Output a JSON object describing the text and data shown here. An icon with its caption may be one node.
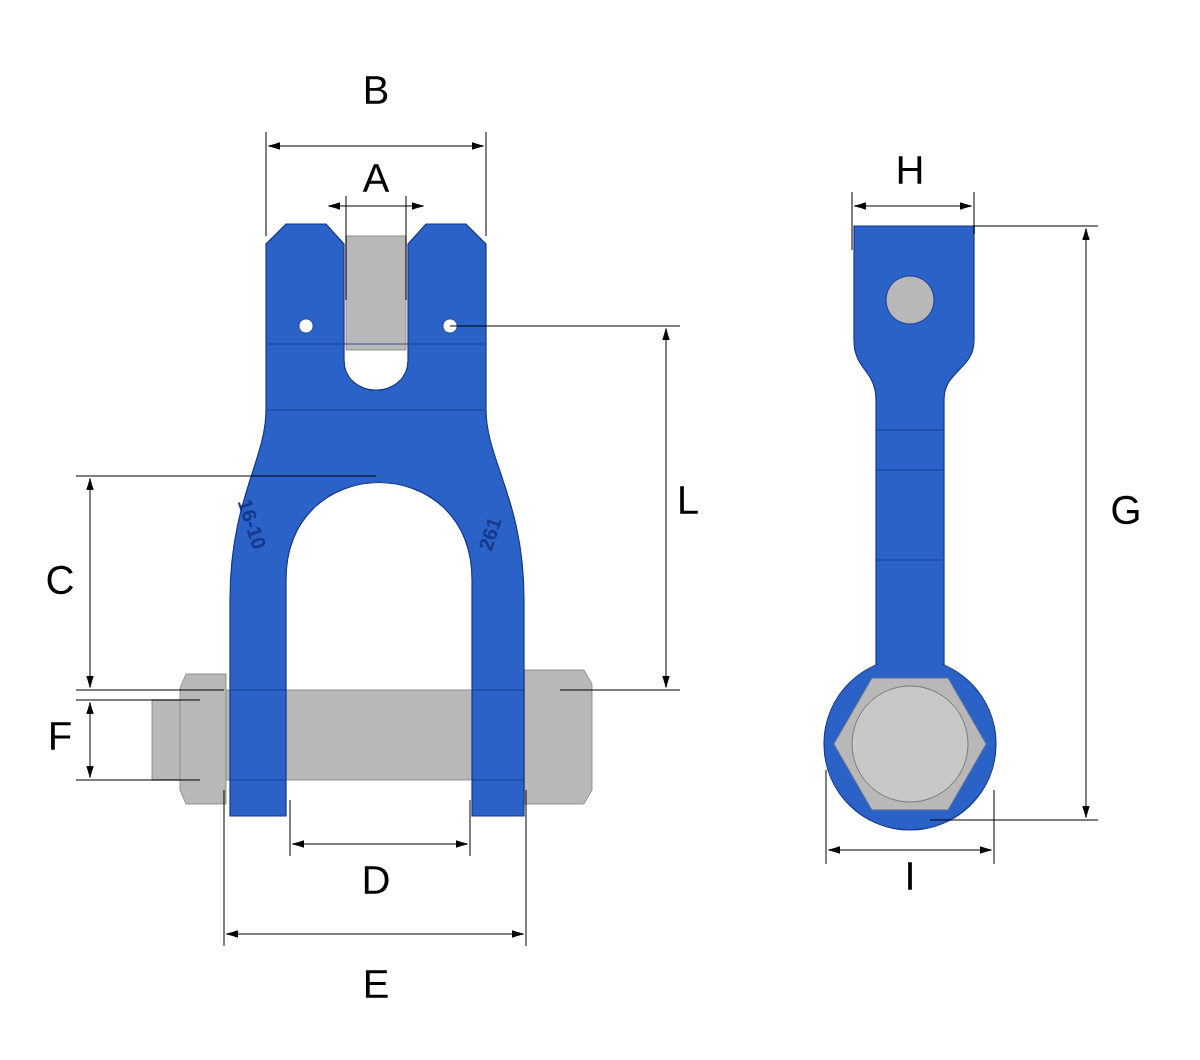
{
  "diagram": {
    "labels": [
      "B",
      "A",
      "H",
      "L",
      "G",
      "16-10",
      "261",
      "C",
      "F",
      "D",
      "I",
      "E"
    ]
  }
}
